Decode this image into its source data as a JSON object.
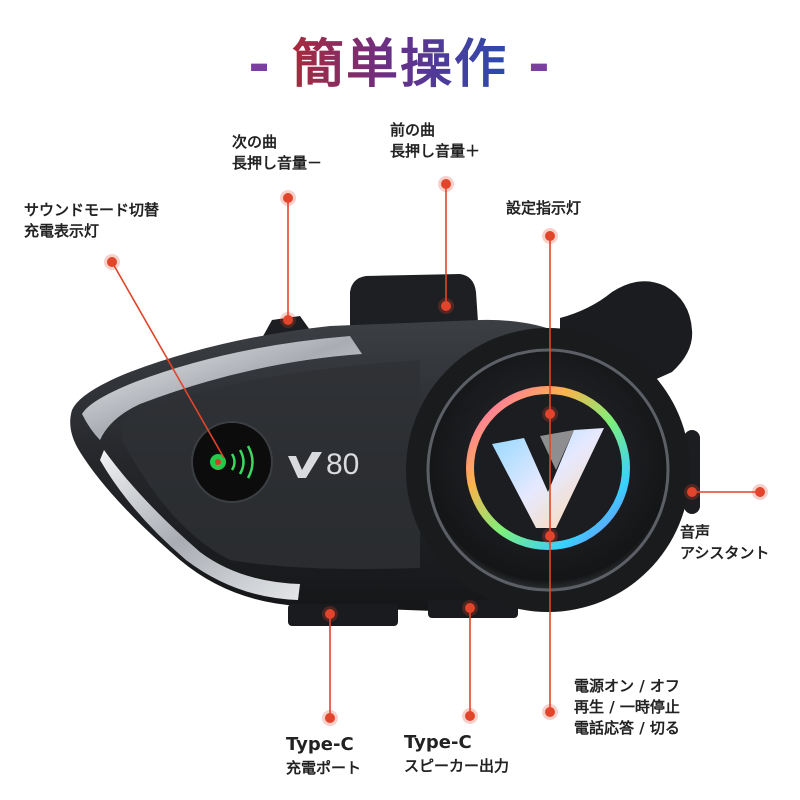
{
  "title": {
    "dash_left": "-",
    "text": "簡単操作",
    "dash_right": "-"
  },
  "device": {
    "logo_text": "80"
  },
  "callouts": {
    "next_track": {
      "lines": [
        "次の曲",
        "長押し音量－"
      ]
    },
    "prev_track": {
      "lines": [
        "前の曲",
        "長押し音量＋"
      ]
    },
    "sound_mode": {
      "lines": [
        "サウンドモード切替",
        "充電表示灯"
      ]
    },
    "setting_indicator": {
      "lines": [
        "設定指示灯"
      ]
    },
    "voice_assistant": {
      "lines": [
        "音声",
        "アシスタント"
      ]
    },
    "power": {
      "lines": [
        "電源オン / オフ",
        "再生 / 一時停止",
        "電話応答 / 切る"
      ]
    },
    "typec_charge": {
      "lines": [
        "Type-C",
        "充電ポート"
      ]
    },
    "typec_speaker": {
      "lines": [
        "Type-C",
        "スピーカー出力"
      ]
    }
  },
  "colors": {
    "accent_dot": "#e2452b",
    "leader_line": "#e2452b",
    "device_body": "#2a2c30",
    "device_panel": "#3a3d42",
    "silver_trim": "#c9ccd1"
  }
}
